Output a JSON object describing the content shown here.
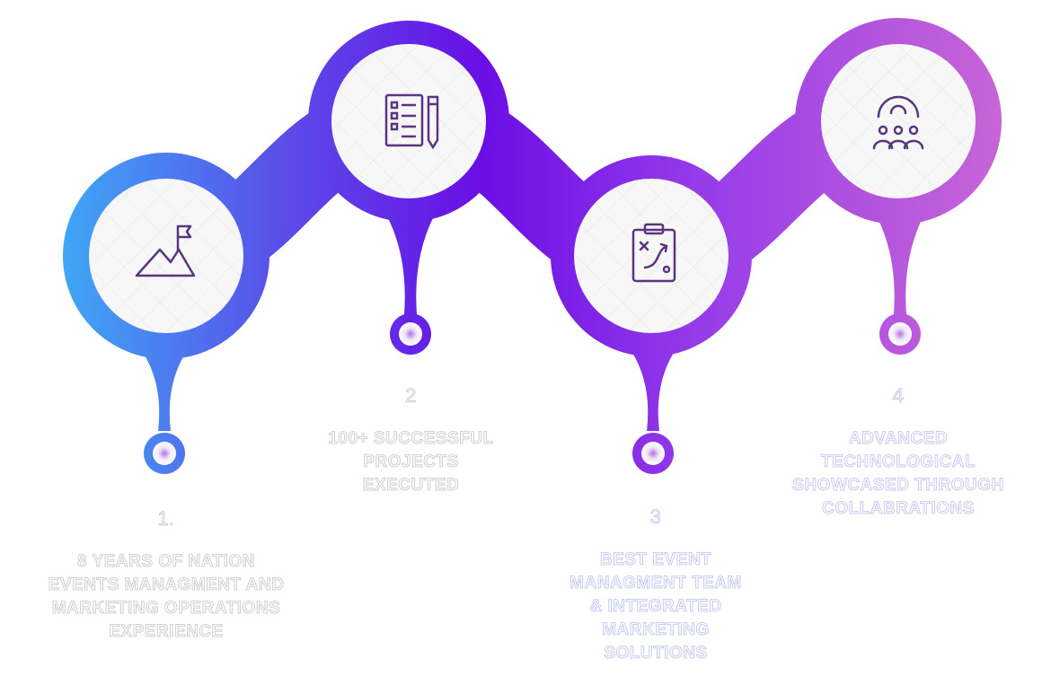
{
  "steps": [
    {
      "number": "1.",
      "text": "8 Years of Nation Events Managment and Marketing Operations Experience",
      "icon": "mountain-flag-icon"
    },
    {
      "number": "2",
      "text": "100+ Successful Projects Executed",
      "icon": "checklist-pencil-icon"
    },
    {
      "number": "3",
      "text": "Best Event Managment Team & Integrated Marketing Solutions",
      "icon": "strategy-clipboard-icon"
    },
    {
      "number": "4",
      "text": "Advanced Technological Showcased Through Collabrations",
      "icon": "team-gear-icon"
    }
  ],
  "colors": {
    "start": "#3eaaf6",
    "mid": "#6a0ee6",
    "end": "#c865d6",
    "icon": "#5a3580"
  }
}
